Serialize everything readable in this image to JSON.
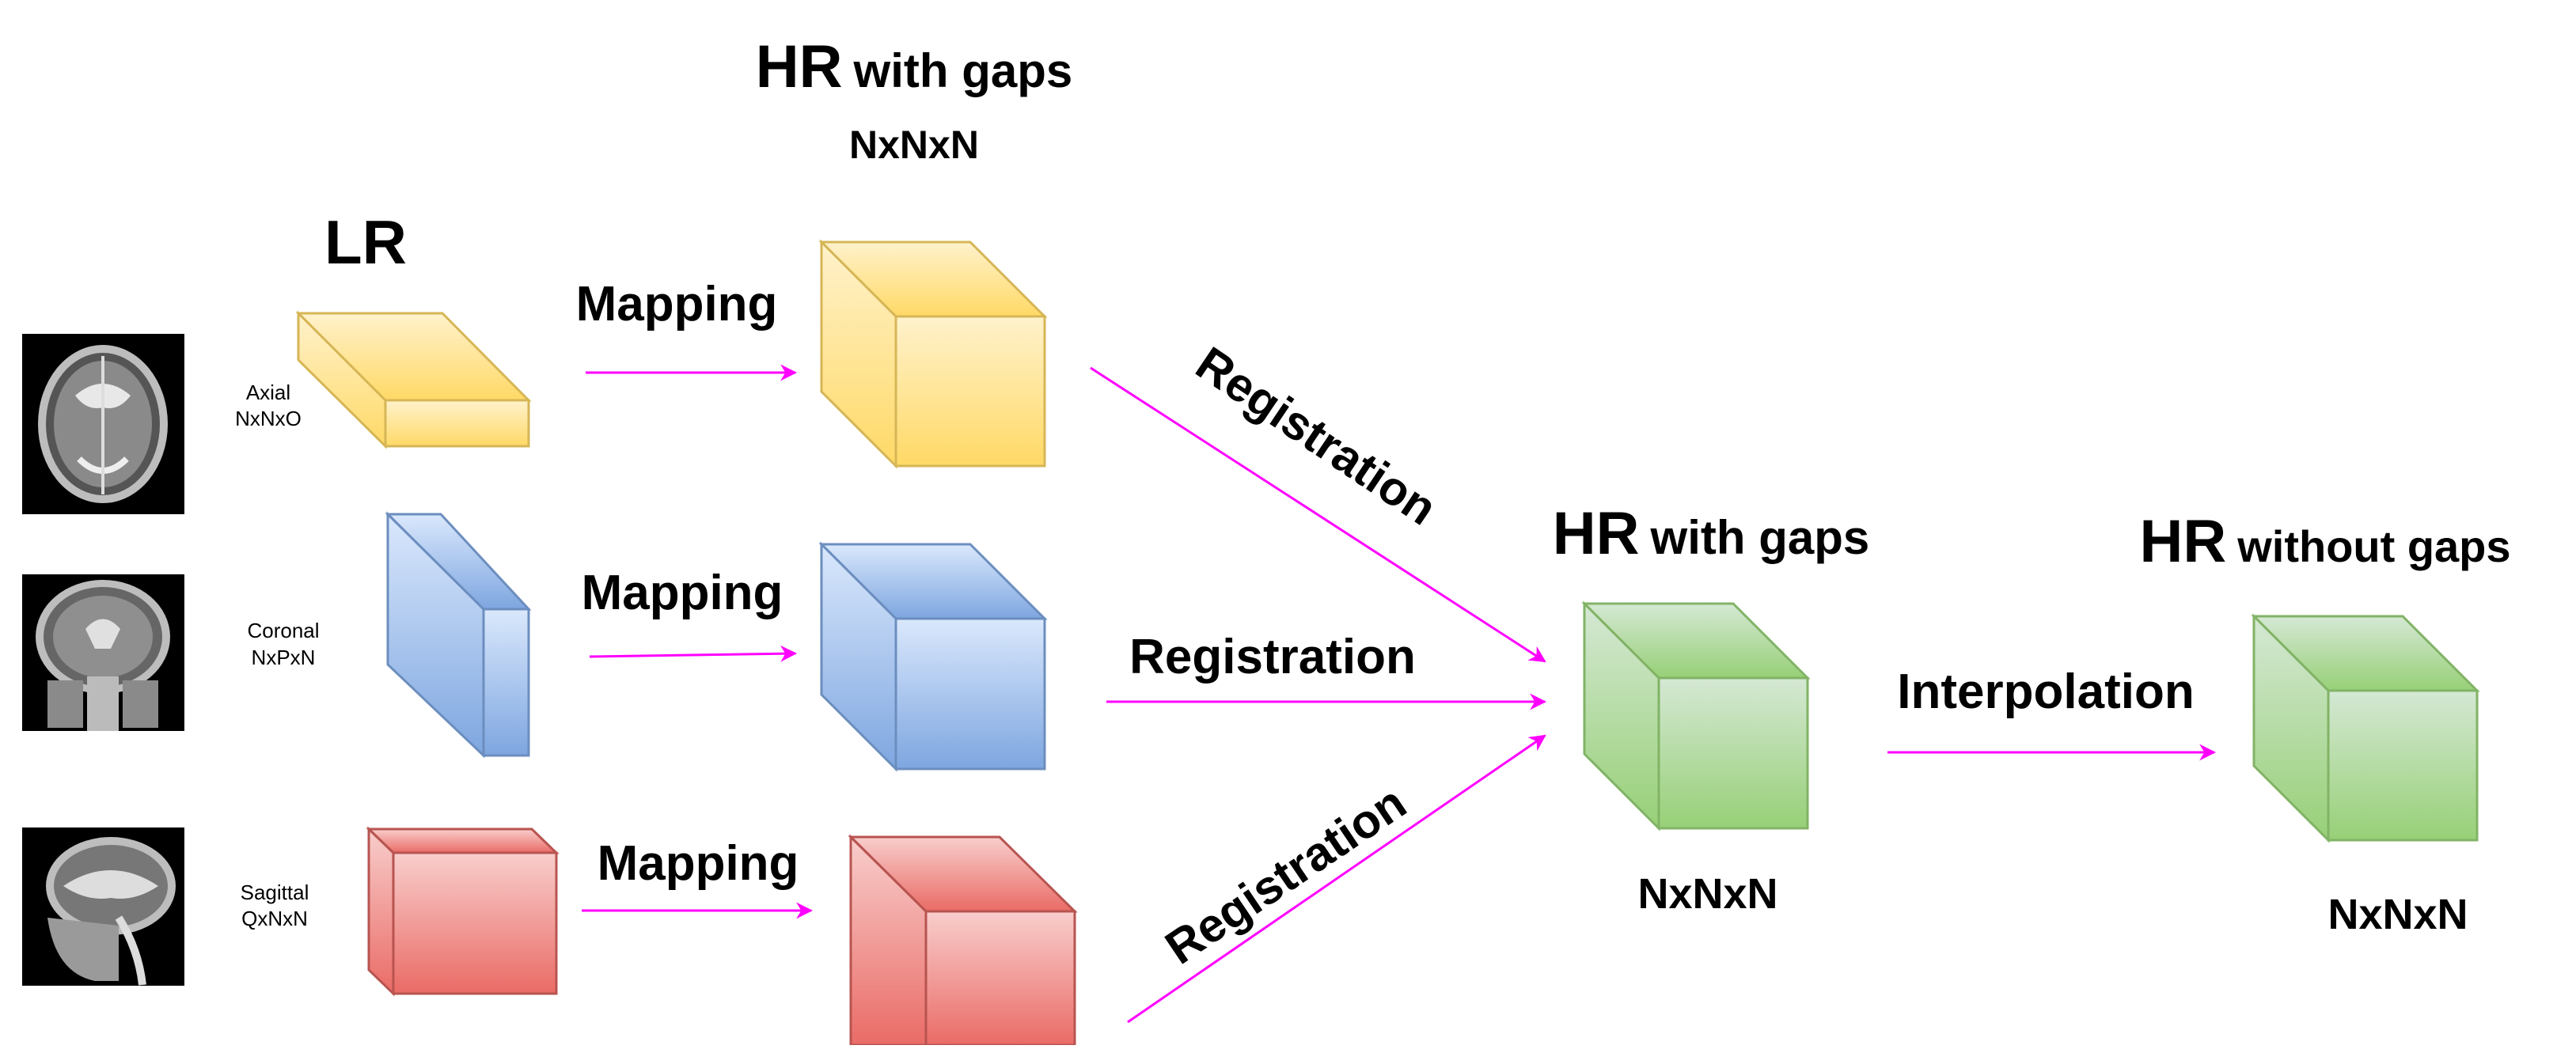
{
  "titles": {
    "lr": "LR",
    "hr_gaps_top_big": "HR",
    "hr_gaps_top_small": "with gaps",
    "hr_gaps_top_dim": "NxNxN",
    "hr_gaps_mid_big": "HR",
    "hr_gaps_mid_small": "with gaps",
    "hr_gaps_mid_dim": "NxNxN",
    "hr_final_big": "HR",
    "hr_final_small": "without gaps",
    "hr_final_dim": "NxNxN"
  },
  "views": [
    {
      "name": "Axial",
      "dim": "NxNxO",
      "color": "yellow"
    },
    {
      "name": "Coronal",
      "dim": "NxPxN",
      "color": "blue"
    },
    {
      "name": "Sagittal",
      "dim": "QxNxN",
      "color": "red"
    }
  ],
  "edges": {
    "mapping_1": "Mapping",
    "mapping_2": "Mapping",
    "mapping_3": "Mapping",
    "registration_1": "Registration",
    "registration_2": "Registration",
    "registration_3": "Registration",
    "interpolation": "Interpolation"
  },
  "colors": {
    "arrow": "#ff00ff",
    "yellow_top": "#fff2cc",
    "yellow_bottom": "#ffd966",
    "yellow_stroke": "#d6b656",
    "blue_top": "#dae8fc",
    "blue_bottom": "#7ea6e0",
    "blue_stroke": "#6c8ebf",
    "red_top": "#f8cecc",
    "red_bottom": "#ea6b66",
    "red_stroke": "#b85450",
    "green_top": "#d5e8d4",
    "green_bottom": "#97d077",
    "green_stroke": "#82b366"
  }
}
